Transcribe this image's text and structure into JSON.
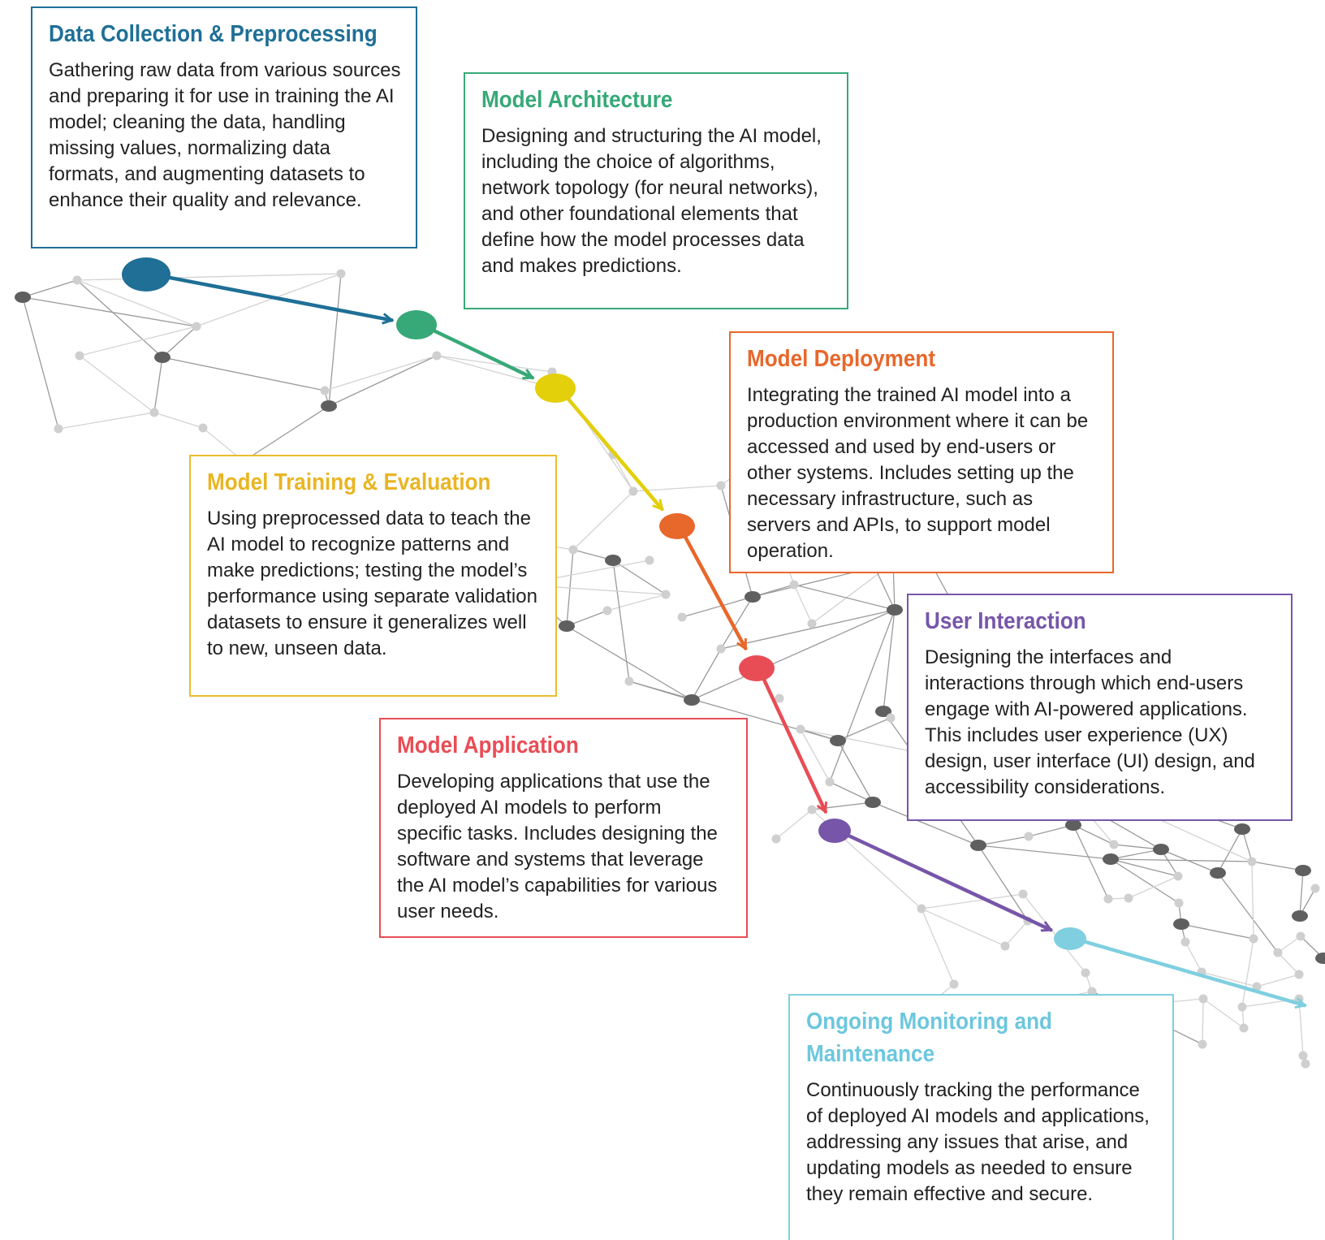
{
  "stages": [
    {
      "title": "Data Collection & Preprocessing",
      "color": "#1f6f96",
      "description": "Gathering raw data from various sources and preparing it for use in training the AI model; cleaning the data, handling missing values, normalizing data formats, and augmenting datasets to enhance their quality and relevance."
    },
    {
      "title": "Model Architecture",
      "color": "#37a978",
      "description": "Designing and structuring the AI model, including the choice of algorithms, network topology (for neural networks), and other foundational elements that define how the model processes data and makes predictions."
    },
    {
      "title": "Model Deployment",
      "color": "#e8672b",
      "description": "Integrating the trained AI model into a production environment where it can be accessed and used by end-users or other systems. Includes setting up the necessary infrastructure, such as servers and APIs, to support model operation."
    },
    {
      "title": "Model Training & Evaluation",
      "color": "#e9be2c",
      "description": "Using preprocessed data to teach the AI model to recognize patterns and make predictions; testing the model’s performance using separate validation datasets to ensure it generalizes well to new, unseen data."
    },
    {
      "title": "User Interaction",
      "color": "#7756a9",
      "description": "Designing the interfaces and interactions through which end-users engage with AI-powered applications. This includes user experience (UX) design, user interface (UI) design, and accessibility considerations."
    },
    {
      "title": "Model Application",
      "color": "#e84d55",
      "description": "Developing applications that use the deployed AI models to perform specific tasks. Includes designing the software and systems that leverage the AI model’s capabilities for various user needs."
    },
    {
      "title": "Ongoing Monitoring and Maintenance",
      "color": "#7fcfe0",
      "description": "Continuously tracking the performance of deployed AI models and applications, addressing any issues that arise, and updating models as needed to ensure they remain effective and secure."
    }
  ],
  "flow_colors": [
    "#1f6f96",
    "#37a978",
    "#e3cf0a",
    "#e8672b",
    "#e84d55",
    "#7756a9",
    "#7fcfe0"
  ]
}
